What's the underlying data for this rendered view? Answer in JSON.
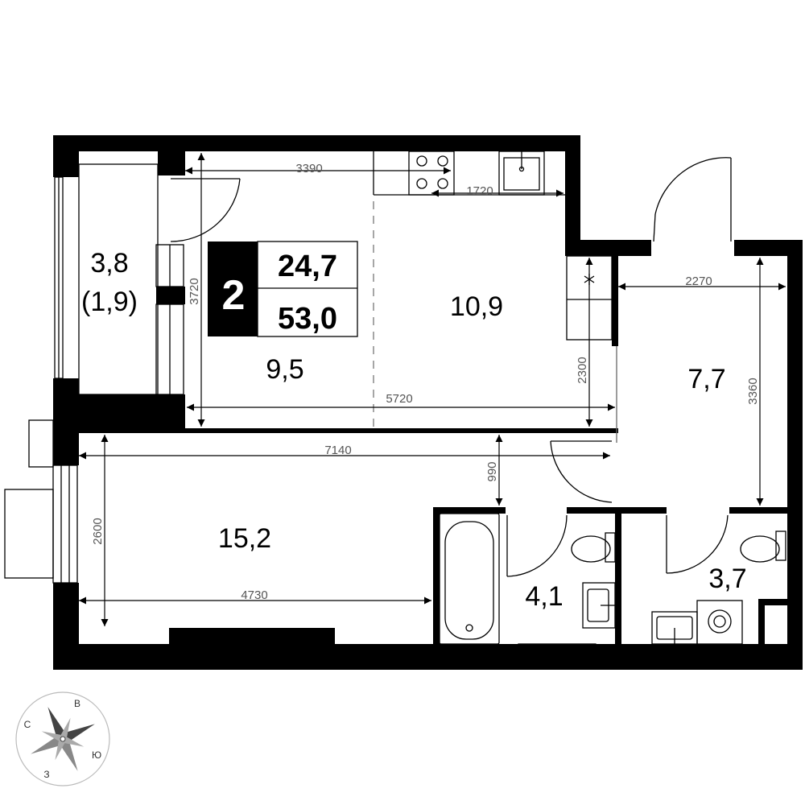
{
  "badge": {
    "rooms": "2",
    "living_area": "24,7",
    "total_area": "53,0"
  },
  "rooms": {
    "balcony": {
      "area": "3,8",
      "area_reduced": "(1,9)"
    },
    "room_small": {
      "area": "9,5"
    },
    "kitchen": {
      "area": "10,9"
    },
    "hall": {
      "area": "7,7"
    },
    "room_large": {
      "area": "15,2"
    },
    "bathroom": {
      "area": "4,1"
    },
    "wc": {
      "area": "3,7"
    }
  },
  "dimensions": {
    "d3390": "3390",
    "d1720": "1720",
    "d3720": "3720",
    "d5720": "5720",
    "d2300": "2300",
    "d2270": "2270",
    "d3360": "3360",
    "d7140": "7140",
    "d990": "990",
    "d2600": "2600",
    "d4730": "4730"
  },
  "compass": {
    "north": "С",
    "east": "В",
    "south": "Ю",
    "west": "З"
  }
}
